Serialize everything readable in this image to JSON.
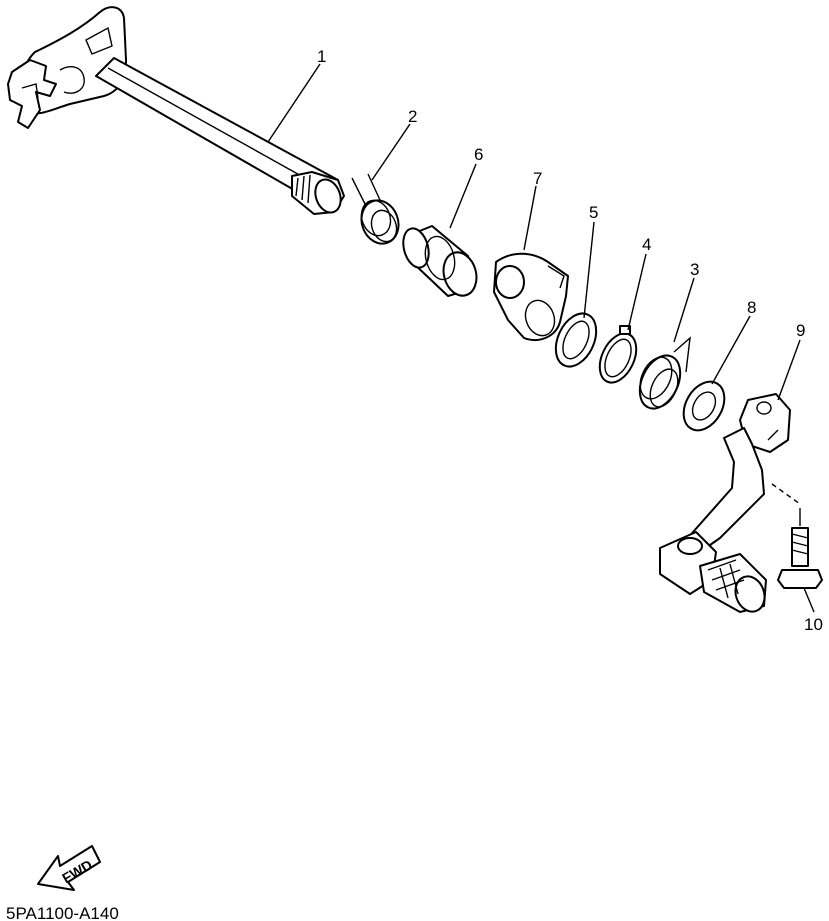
{
  "diagram": {
    "callouts": {
      "c1": "1",
      "c2": "2",
      "c3": "3",
      "c4": "4",
      "c5": "5",
      "c6": "6",
      "c7": "7",
      "c8": "8",
      "c9": "9",
      "c10": "10"
    },
    "fwd_label": "FWD",
    "code": "5PA1100-A140"
  }
}
